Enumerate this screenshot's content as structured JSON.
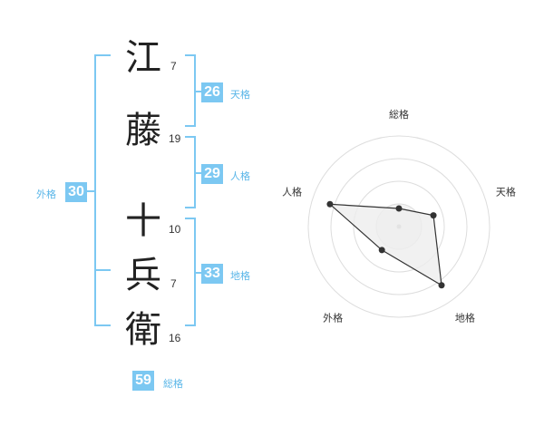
{
  "name": {
    "chars": [
      {
        "char": "江",
        "strokes": "7"
      },
      {
        "char": "藤",
        "strokes": "19"
      },
      {
        "char": "十",
        "strokes": "10"
      },
      {
        "char": "兵",
        "strokes": "7"
      },
      {
        "char": "衛",
        "strokes": "16"
      }
    ]
  },
  "kakusu": {
    "tenkaku": {
      "value": "26",
      "label": "天格"
    },
    "jinkaku": {
      "value": "29",
      "label": "人格"
    },
    "chikaku": {
      "value": "33",
      "label": "地格"
    },
    "gaikaku": {
      "value": "30",
      "label": "外格"
    },
    "soukaku": {
      "value": "59",
      "label": "総格"
    }
  },
  "chart_data": {
    "type": "radar",
    "axes": [
      "総格",
      "天格",
      "地格",
      "外格",
      "人格"
    ],
    "values": [
      1,
      2,
      4,
      1.6,
      4
    ],
    "max": 5,
    "grid_levels": 4,
    "colors": {
      "grid": "#dddddd",
      "line": "#333333",
      "fill": "#eeeeee",
      "point": "#333333",
      "accent": "#7cc8f2"
    }
  }
}
